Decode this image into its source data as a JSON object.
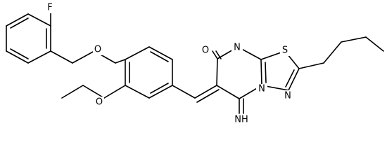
{
  "molecule": {
    "atom_labels": {
      "fluorine": "F",
      "ether_oxygen_benzyl": "O",
      "ether_oxygen_ethoxy": "O",
      "carbonyl_oxygen": "O",
      "ring_nitrogen_top": "N",
      "ring_nitrogen_bridge": "N",
      "ring_nitrogen_thiadiazole": "N",
      "sulfur": "S",
      "imine": "NH"
    },
    "colors": {
      "bond": "#000000",
      "label": "#000000",
      "background": "#ffffff"
    }
  }
}
